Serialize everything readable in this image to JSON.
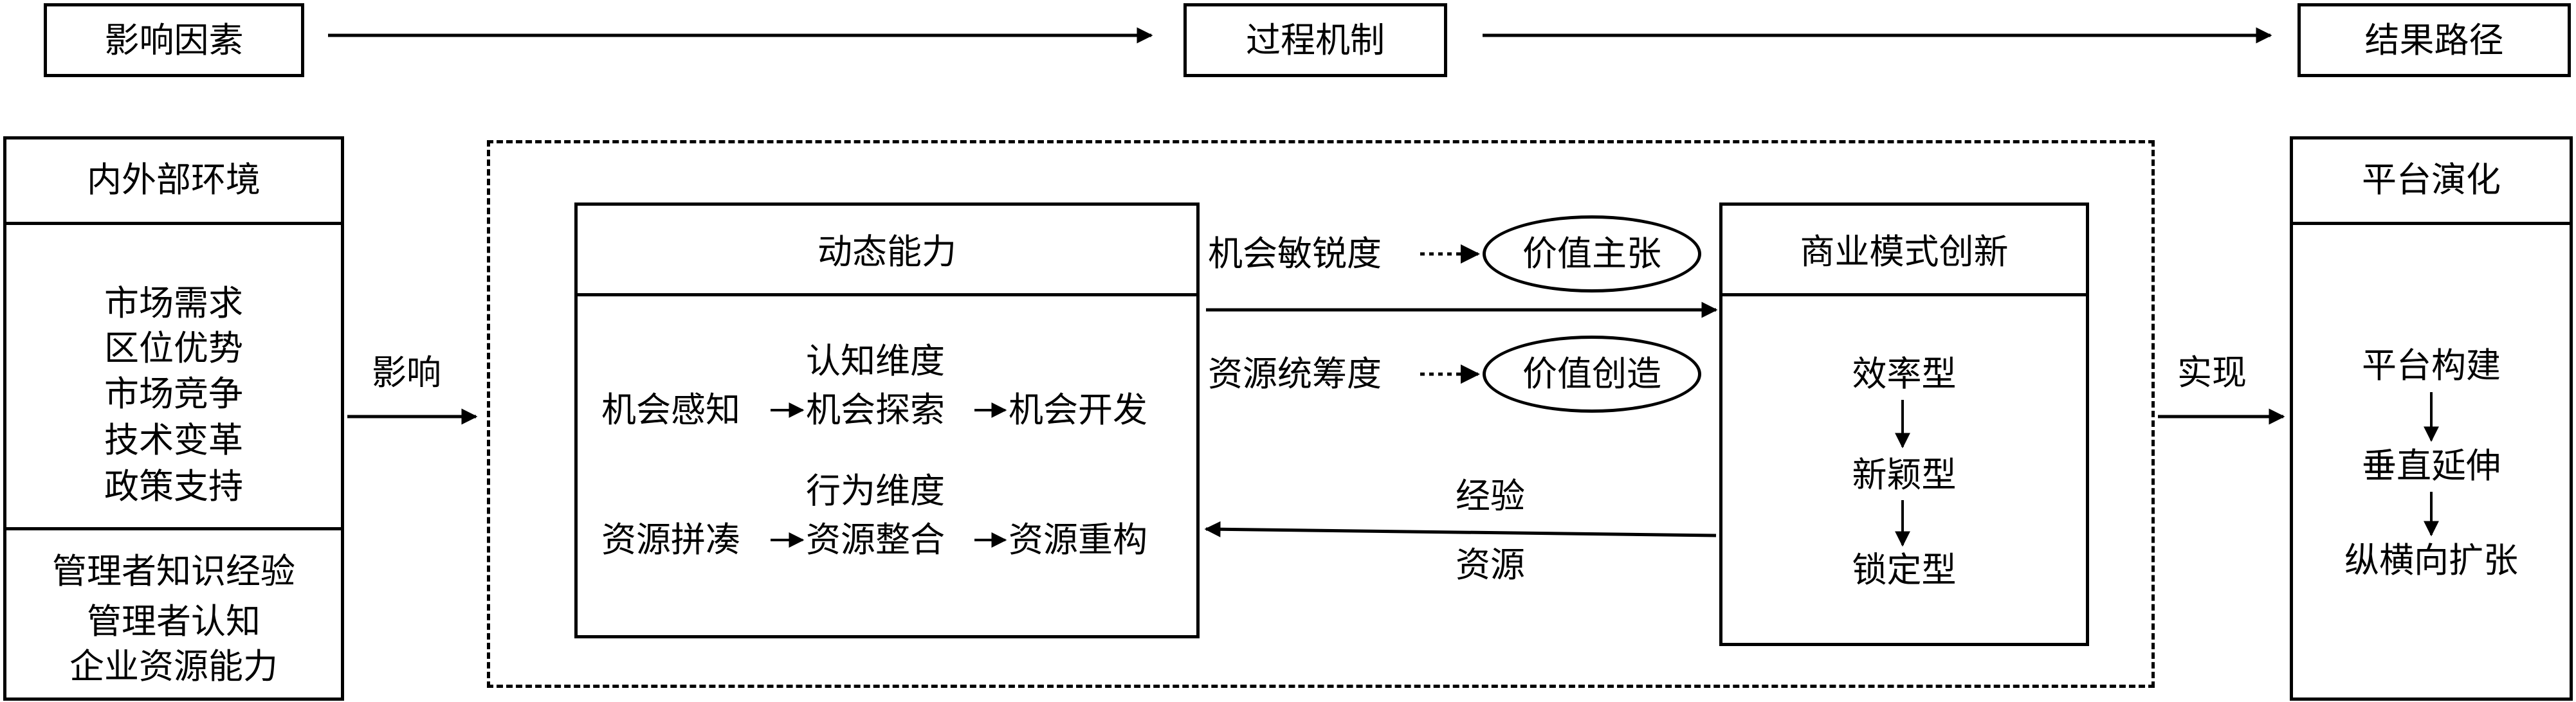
{
  "header": {
    "factors": "影响因素",
    "process": "过程机制",
    "results": "结果路径"
  },
  "environment": {
    "title": "内外部环境",
    "external": [
      "市场需求",
      "区位优势",
      "市场竞争",
      "技术变革",
      "政策支持"
    ],
    "internal": [
      "管理者知识经验",
      "管理者认知",
      "企业资源能力"
    ]
  },
  "influence_label": "影响",
  "dynamic": {
    "title": "动态能力",
    "cognitive_dim": "认知维度",
    "behavior_dim": "行为维度",
    "row1": [
      "机会感知",
      "机会探索",
      "机会开发"
    ],
    "row2": [
      "资源拼凑",
      "资源整合",
      "资源重构"
    ]
  },
  "middle": {
    "opportunity_sensitivity": "机会敏锐度",
    "value_proposition": "价值主张",
    "resource_coordination": "资源统筹度",
    "value_creation": "价值创造",
    "experience": "经验",
    "resources": "资源"
  },
  "bmi": {
    "title": "商业模式创新",
    "types": [
      "效率型",
      "新颖型",
      "锁定型"
    ]
  },
  "realize_label": "实现",
  "platform": {
    "title": "平台演化",
    "stages": [
      "平台构建",
      "垂直延伸",
      "纵横向扩张"
    ]
  }
}
